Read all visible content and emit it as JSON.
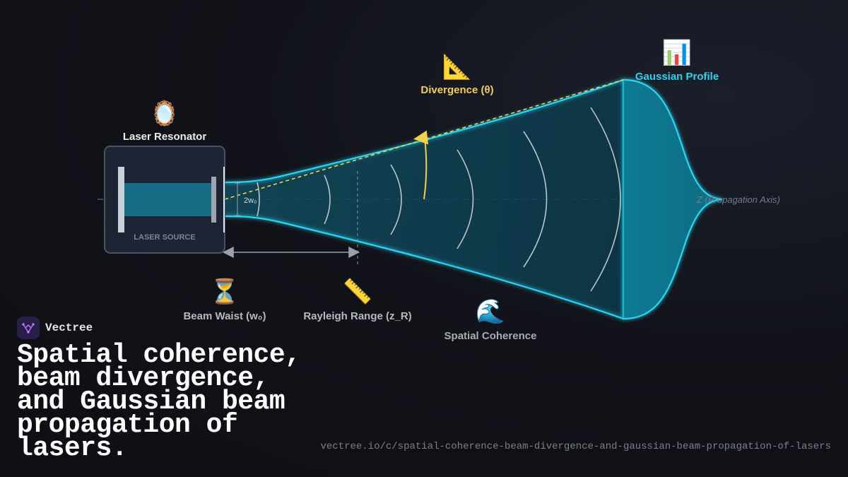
{
  "diagram": {
    "source": {
      "icon": "mirror-icon",
      "icon_glyph": "🪞",
      "label": "Laser Resonator",
      "box_label": "LASER SOURCE"
    },
    "waist": {
      "symbol": "2w₀",
      "icon": "hourglass-icon",
      "icon_glyph": "⏳",
      "label": "Beam Waist (w₀)"
    },
    "rayleigh": {
      "icon": "ruler-icon",
      "icon_glyph": "📏",
      "label": "Rayleigh Range (z_R)"
    },
    "divergence": {
      "icon": "triangular-ruler-icon",
      "icon_glyph": "📐",
      "label": "Divergence (θ)"
    },
    "coherence": {
      "icon": "wave-icon",
      "icon_glyph": "🌊",
      "label": "Spatial Coherence"
    },
    "profile": {
      "icon": "bar-chart-icon",
      "icon_glyph": "📊",
      "label": "Gaussian Profile"
    },
    "axis_label": "Z (Propagation Axis)"
  },
  "colors": {
    "beam_edge": "#2ad4f0",
    "beam_fill": "#0e5a6e",
    "divergence": "#f2d04a",
    "profile_fill": "#0b7f98",
    "label_light": "#e8e8ea",
    "label_muted": "#b7b9c0"
  },
  "brand": {
    "name": "Vectree",
    "logo_icon": "vectree-logo-icon"
  },
  "headline": "Spatial coherence, beam divergence, and Gaussian beam propagation of lasers.",
  "url": "vectree.io/c/spatial-coherence-beam-divergence-and-gaussian-beam-propagation-of-lasers"
}
